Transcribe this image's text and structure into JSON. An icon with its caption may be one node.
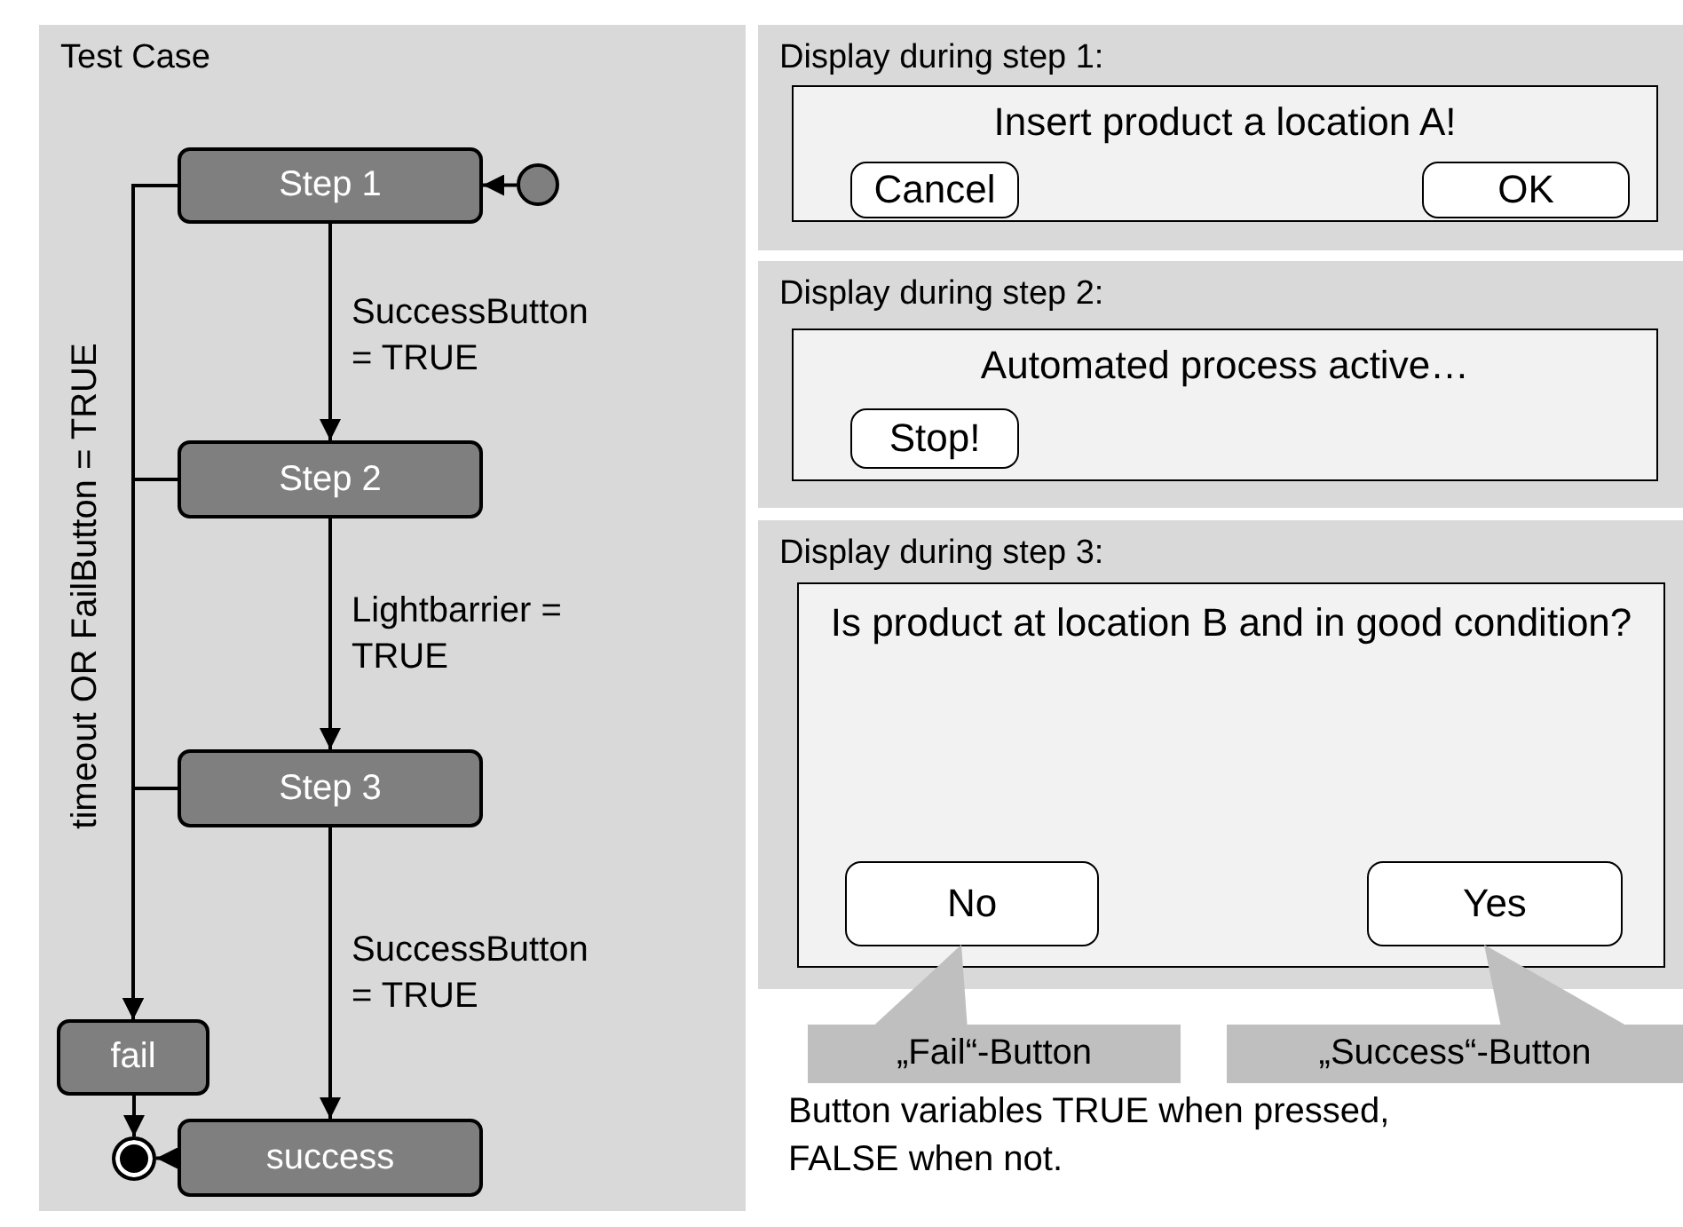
{
  "diagram": {
    "nodes": [
      {
        "text": [
          "Test Case"
        ]
      },
      {
        "text": [
          "Step 1"
        ],
        "in": 0
      },
      {
        "text": [
          "Step 2"
        ],
        "in": 0
      },
      {
        "text": [
          "Step 3"
        ],
        "in": 0
      },
      {
        "text": [
          "fail"
        ],
        "in": 0
      },
      {
        "text": [
          "success"
        ],
        "in": 0
      },
      {
        "text": [],
        "shape": "circle",
        "in": 0
      },
      {
        "text": [],
        "shape": "circle",
        "in": 0
      },
      {
        "text": [
          "Display during step 1:"
        ]
      },
      {
        "text": [
          "Insert product a location A!"
        ],
        "in": 8
      },
      {
        "text": [
          "Cancel"
        ],
        "in": 9
      },
      {
        "text": [
          "OK"
        ],
        "in": 9
      },
      {
        "text": [
          "Display during step 2:"
        ]
      },
      {
        "text": [
          "Automated process active…"
        ],
        "in": 12
      },
      {
        "text": [
          "Stop!"
        ],
        "in": 13
      },
      {
        "text": [
          "Display during step 3:"
        ]
      },
      {
        "text": [
          "Is product at location B and in good condition?"
        ],
        "in": 15
      },
      {
        "text": [
          "No"
        ],
        "in": 16
      },
      {
        "text": [
          "Yes"
        ],
        "in": 16
      },
      {
        "text": [
          "„Fail“-Button"
        ]
      },
      {
        "text": [
          "„Success“-Button"
        ]
      }
    ],
    "edges": [
      {
        "from": 6,
        "to": 1,
        "arrow": "to"
      },
      {
        "from": 1,
        "to": 2,
        "arrow": "to",
        "label": "SuccessButton = TRUE"
      },
      {
        "from": 2,
        "to": 3,
        "arrow": "to",
        "label": "Lightbarrier = TRUE"
      },
      {
        "from": 3,
        "to": 5,
        "arrow": "to",
        "label": "SuccessButton = TRUE"
      },
      {
        "from": 1,
        "to": 4,
        "arrow": "to",
        "label": "timeout OR FailButton = TRUE"
      },
      {
        "from": 2,
        "to": 4,
        "arrow": "to"
      },
      {
        "from": 3,
        "to": 4,
        "arrow": "to"
      },
      {
        "from": 4,
        "to": 7,
        "arrow": "to"
      },
      {
        "from": 5,
        "to": 7,
        "arrow": "to"
      },
      {
        "from": 19,
        "to": 17,
        "arrow": "to"
      },
      {
        "from": 20,
        "to": 18,
        "arrow": "to"
      }
    ],
    "labels": [
      "Button variables TRUE when pressed, FALSE when not."
    ]
  }
}
